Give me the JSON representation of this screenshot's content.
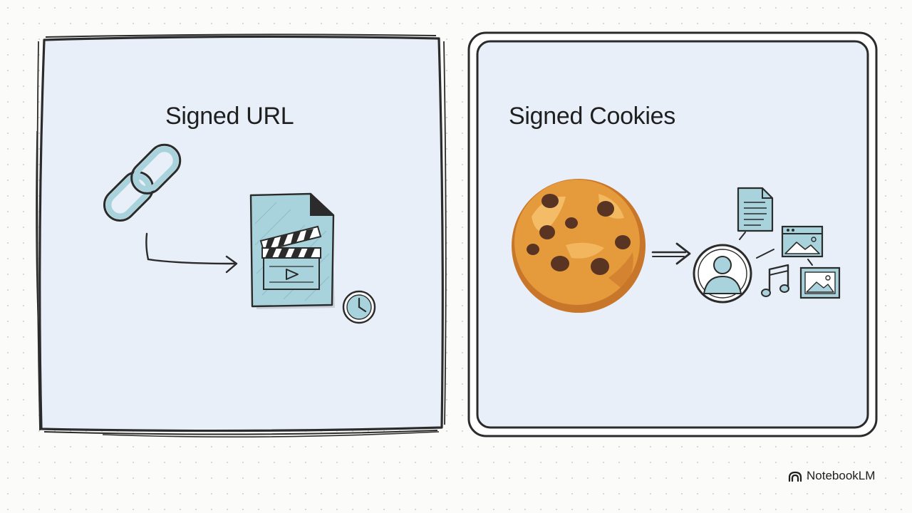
{
  "panels": {
    "left": {
      "title": "Signed URL"
    },
    "right": {
      "title": "Signed Cookies"
    }
  },
  "brand": {
    "name": "NotebookLM"
  },
  "colors": {
    "panel_fill": "#e8eff9",
    "outline": "#2b2b2b",
    "sketch_teal": "#a9d3dc",
    "cookie": "#e59a3c",
    "chip": "#5a3422"
  },
  "icons": [
    "chain-link-icon",
    "arrow-icon",
    "video-file-icon",
    "clapperboard-icon",
    "play-icon",
    "clock-icon",
    "cookie-icon",
    "user-icon",
    "document-icon",
    "web-image-icon",
    "music-note-icon",
    "image-icon"
  ]
}
